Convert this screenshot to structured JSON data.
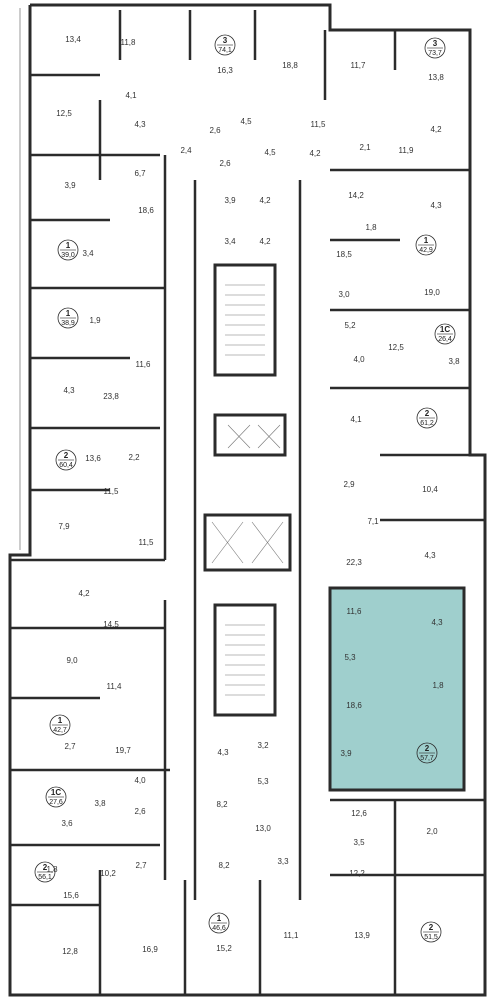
{
  "colors": {
    "wall": "#2b2b2b",
    "highlight": "#9fcfcd",
    "highlight_stroke": "#2b2b2b"
  },
  "apartments": [
    {
      "rooms": "3",
      "area": "74,1"
    },
    {
      "rooms": "3",
      "area": "73,7"
    },
    {
      "rooms": "1",
      "area": "39,0"
    },
    {
      "rooms": "1",
      "area": "42,9"
    },
    {
      "rooms": "1",
      "area": "38,9"
    },
    {
      "rooms": "1С",
      "area": "26,4"
    },
    {
      "rooms": "2",
      "area": "61,2"
    },
    {
      "rooms": "2",
      "area": "60,4"
    },
    {
      "rooms": "2",
      "area": "57,7"
    },
    {
      "rooms": "1",
      "area": "42,7"
    },
    {
      "rooms": "1С",
      "area": "27,6"
    },
    {
      "rooms": "2",
      "area": "56,1"
    },
    {
      "rooms": "1",
      "area": "46,6"
    },
    {
      "rooms": "2",
      "area": "51,5"
    }
  ],
  "rooms": [
    "13,4",
    "11,8",
    "16,3",
    "18,8",
    "11,7",
    "13,8",
    "12,5",
    "4,1",
    "4,3",
    "2,6",
    "4,5",
    "11,5",
    "4,2",
    "6,7",
    "2,4",
    "2,6",
    "4,5",
    "4,2",
    "2,1",
    "11,9",
    "3,9",
    "3,9",
    "4,2",
    "14,2",
    "4,3",
    "18,6",
    "3,4",
    "3,4",
    "4,2",
    "1,8",
    "18,5",
    "19,0",
    "1,9",
    "3,0",
    "5,2",
    "12,5",
    "3,8",
    "4,0",
    "11,6",
    "4,3",
    "23,8",
    "4,1",
    "13,6",
    "2,2",
    "2,9",
    "11,5",
    "10,4",
    "7,9",
    "7,1",
    "11,5",
    "4,3",
    "22,3",
    "4,2",
    "11,6",
    "4,3",
    "14,5",
    "9,0",
    "5,3",
    "11,4",
    "1,8",
    "18,6",
    "2,7",
    "19,7",
    "3,9",
    "4,3",
    "3,2",
    "4,0",
    "5,3",
    "3,8",
    "2,6",
    "8,2",
    "12,6",
    "3,6",
    "13,0",
    "2,0",
    "3,5",
    "1,8",
    "10,2",
    "2,7",
    "8,2",
    "3,3",
    "12,2",
    "15,6",
    "12,8",
    "16,9",
    "15,2",
    "11,1",
    "13,9"
  ]
}
